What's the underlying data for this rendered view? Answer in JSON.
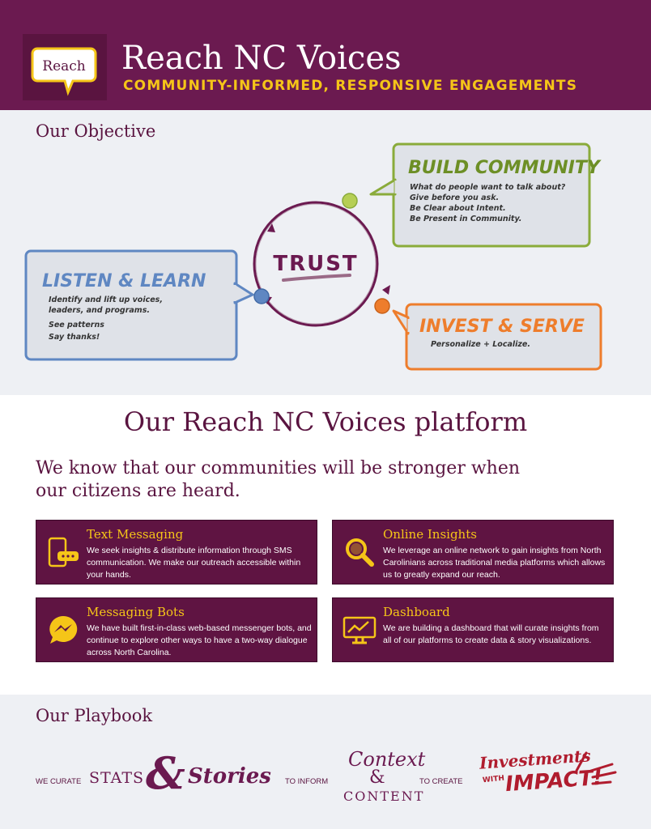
{
  "header": {
    "logo_text": "Reach",
    "title": "Reach NC Voices",
    "tagline": "COMMUNITY-INFORMED, RESPONSIVE ENGAGEMENTS",
    "colors": {
      "bg": "#6b1a50",
      "accent": "#f5c518"
    }
  },
  "objective": {
    "heading": "Our Objective",
    "center": "TRUST",
    "build": {
      "title": "BUILD COMMUNITY",
      "lines": [
        "What do people want to talk about?",
        "Give before you ask.",
        "Be Clear about Intent.",
        "Be Present in Community."
      ],
      "color": "#8aab3a"
    },
    "listen": {
      "title": "LISTEN & LEARN",
      "lines": [
        "Identify and lift up voices,",
        "leaders, and programs.",
        "See patterns",
        "Say thanks!"
      ],
      "color": "#5f87c2"
    },
    "invest": {
      "title": "INVEST & SERVE",
      "lines": [
        "Personalize + Localize."
      ],
      "color": "#ee7d2c"
    }
  },
  "platform": {
    "title": "Our Reach NC Voices platform",
    "subtitle": "We know that our communities will be stronger when our citizens are heard.",
    "cards": [
      {
        "icon": "phone-chat-icon",
        "title": "Text Messaging",
        "text": "We seek insights & distribute information through SMS communication. We make our outreach accessible within your hands."
      },
      {
        "icon": "magnifier-icon",
        "title": "Online Insights",
        "text": "We leverage an online network to gain insights from North Carolinians across traditional media platforms which allows us to greatly expand our reach."
      },
      {
        "icon": "messenger-icon",
        "title": "Messaging Bots",
        "text": "We have built first-in-class web-based messenger bots, and continue to explore other ways to have a two-way dialogue across North Carolina."
      },
      {
        "icon": "monitor-chart-icon",
        "title": "Dashboard",
        "text": "We are building a dashboard that will curate insights from all of our platforms to create data & story visualizations."
      }
    ]
  },
  "playbook": {
    "heading": "Our Playbook",
    "we_curate": "WE CURATE",
    "stats": "STATS",
    "amp": "&",
    "stories": "Stories",
    "to_inform": "TO INFORM",
    "context": "Context",
    "context_amp": "&",
    "content": "CONTENT",
    "to_create": "TO CREATE",
    "investments": "Investments",
    "with": "WITH",
    "impact": "IMPACT!"
  }
}
